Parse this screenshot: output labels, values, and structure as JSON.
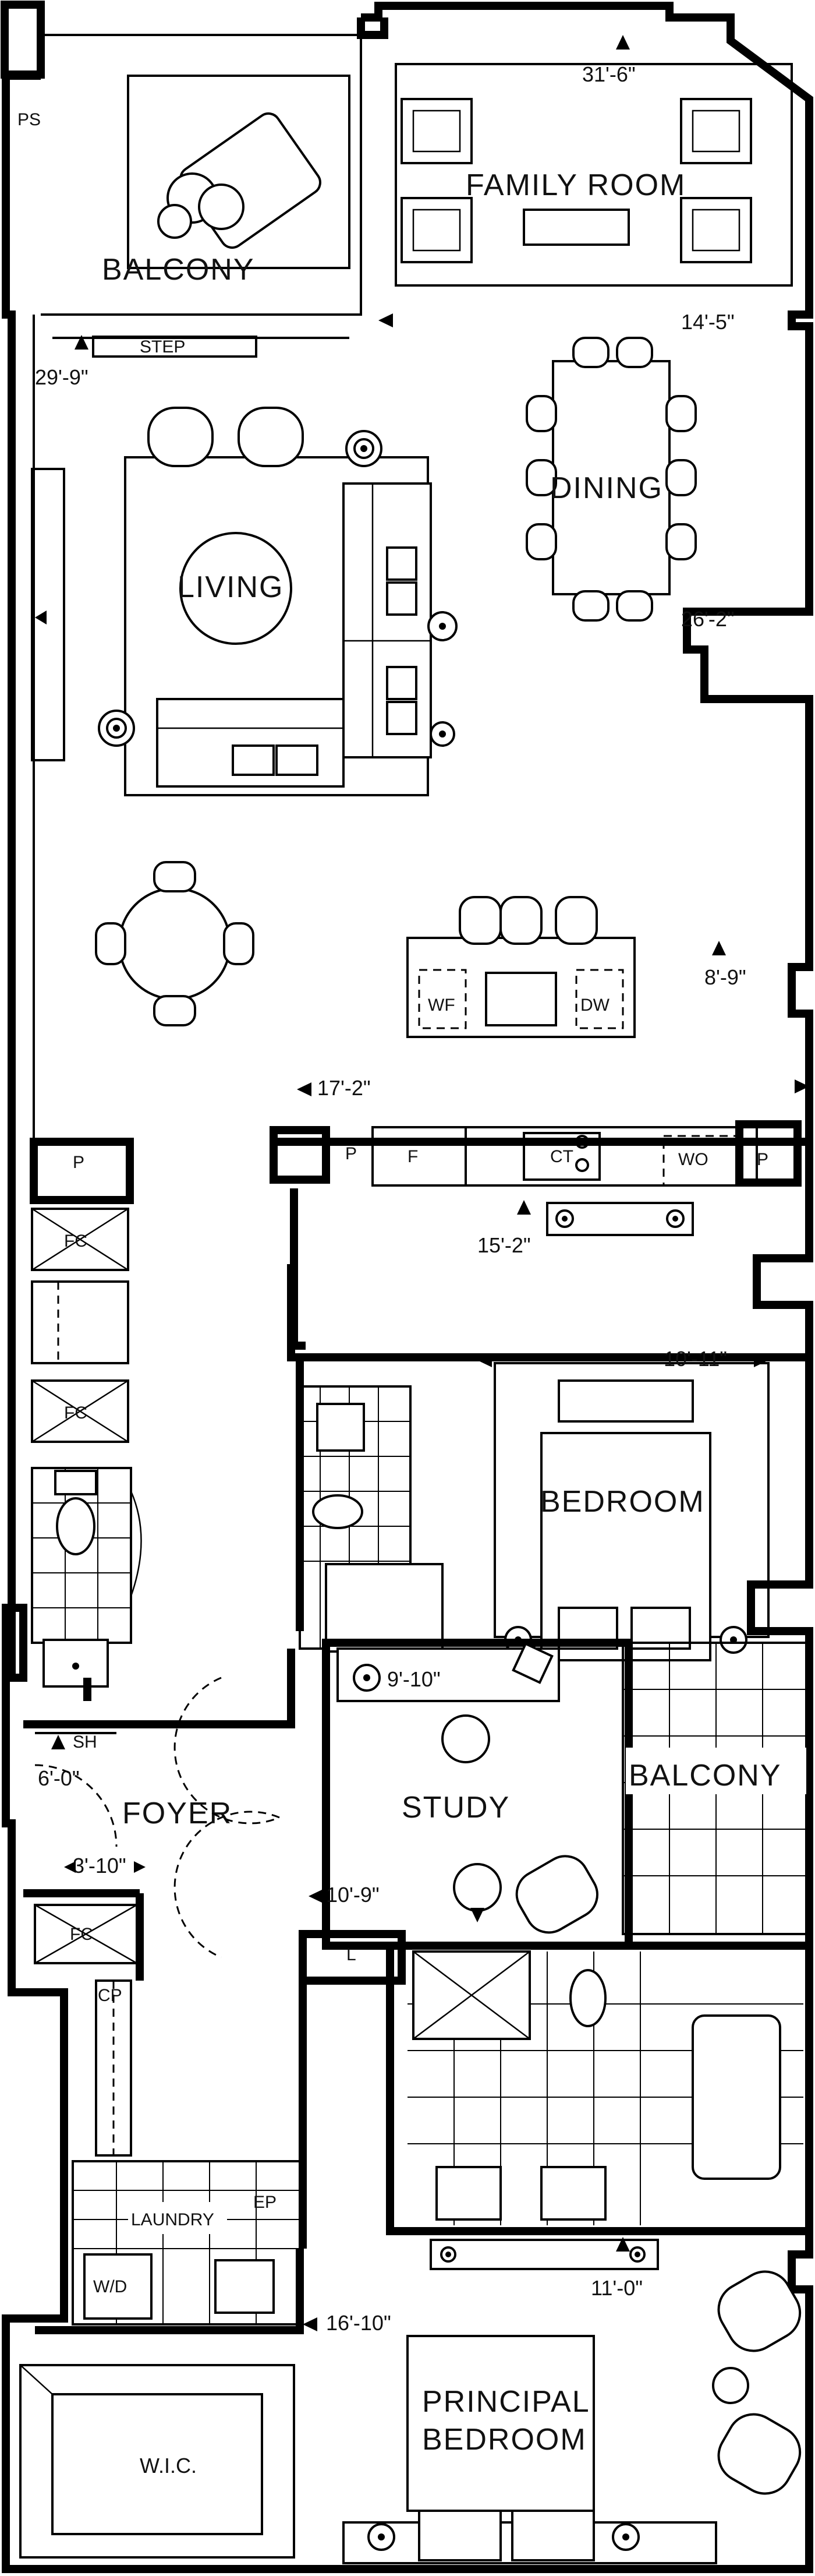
{
  "rooms": {
    "family_room": "FAMILY ROOM",
    "balcony_top": "BALCONY",
    "dining": "DINING",
    "living": "LIVING",
    "bedroom": "BEDROOM",
    "balcony_mid": "BALCONY",
    "foyer": "FOYER",
    "study": "STUDY",
    "laundry": "LAUNDRY",
    "principal_bedroom_line1": "PRINCIPAL",
    "principal_bedroom_line2": "BEDROOM",
    "wic": "W.I.C."
  },
  "dimensions": {
    "family_room_width": "31'-6\"",
    "family_room_depth": "14'-5\"",
    "balcony_width": "29'-9\"",
    "dining_depth": "26'-2\"",
    "kitchen_depth": "8'-9\"",
    "living_width": "17'-2\"",
    "kitchen_width": "15'-2\"",
    "bedroom_width": "10'-11\"",
    "study_width": "9'-10\"",
    "foyer_width": "6'-0\"",
    "closet_width": "3'-10\"",
    "study_depth": "10'-9\"",
    "principal_width": "11'-0\"",
    "principal_depth": "16'-10\""
  },
  "labels": {
    "ps": "PS",
    "step": "STEP",
    "wf": "WF",
    "dw": "DW",
    "p_left": "P",
    "p_kitchen": "P",
    "fridge": "F",
    "cooktop": "CT",
    "wall_oven": "WO",
    "p_right": "P",
    "fc1": "FC",
    "fc2": "FC",
    "fc3": "FC",
    "sh": "SH",
    "linen": "L",
    "cp": "CP",
    "ep": "EP",
    "wd": "W/D"
  }
}
